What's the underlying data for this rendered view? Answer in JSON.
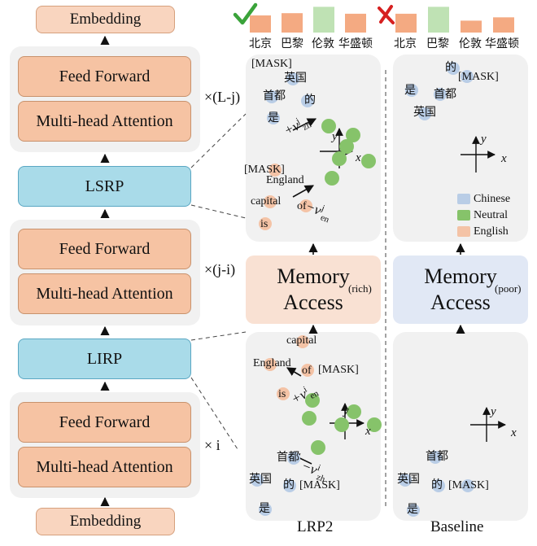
{
  "colors": {
    "chinese": "#b9cde6",
    "neutral": "#86c36a",
    "english": "#f4c3a6",
    "bar_orange": "#f4aa82",
    "bar_green": "#bfe2b4",
    "check": "#3aa33a",
    "cross": "#d62020"
  },
  "left": {
    "embedding_top": "Embedding",
    "embedding_bottom": "Embedding",
    "ff_label": "Feed Forward",
    "mha_label": "Multi-head Attention",
    "lsrp": "LSRP",
    "lirp": "LIRP",
    "mult_top": "×(L-j)",
    "mult_mid": "×(j-i)",
    "mult_bot": "× i"
  },
  "bars": {
    "labels": [
      "北京",
      "巴黎",
      "伦敦",
      "华盛顿"
    ],
    "lrp2_heights": [
      0.62,
      0.7,
      0.93,
      0.68
    ],
    "baseline_heights": [
      0.68,
      0.93,
      0.43,
      0.55
    ]
  },
  "memory": {
    "title_line1": "Memory",
    "title_line2": "Access",
    "rich": "(rich)",
    "poor": "(poor)"
  },
  "tokens": {
    "mask": "[MASK]",
    "yingguo": "英国",
    "shoudu": "首都",
    "de": "的",
    "shi": "是",
    "england": "England",
    "capital": "capital",
    "of": "of",
    "is": "is"
  },
  "vectors": {
    "zh": "+v",
    "zh_sup": "j",
    "zh_sub": "zh",
    "en": "−v",
    "en_sup": "j",
    "en_sub": "en",
    "en_low": "+v",
    "en_low_sup": "i",
    "en_low_sub": "en",
    "zh_low": "−v",
    "zh_low_sup": "i",
    "zh_low_sub": "zh"
  },
  "axes": {
    "x": "x",
    "y": "y"
  },
  "legend": {
    "chinese": "Chinese",
    "neutral": "Neutral",
    "english": "English"
  },
  "captions": {
    "lrp2": "LRP2",
    "baseline": "Baseline"
  }
}
